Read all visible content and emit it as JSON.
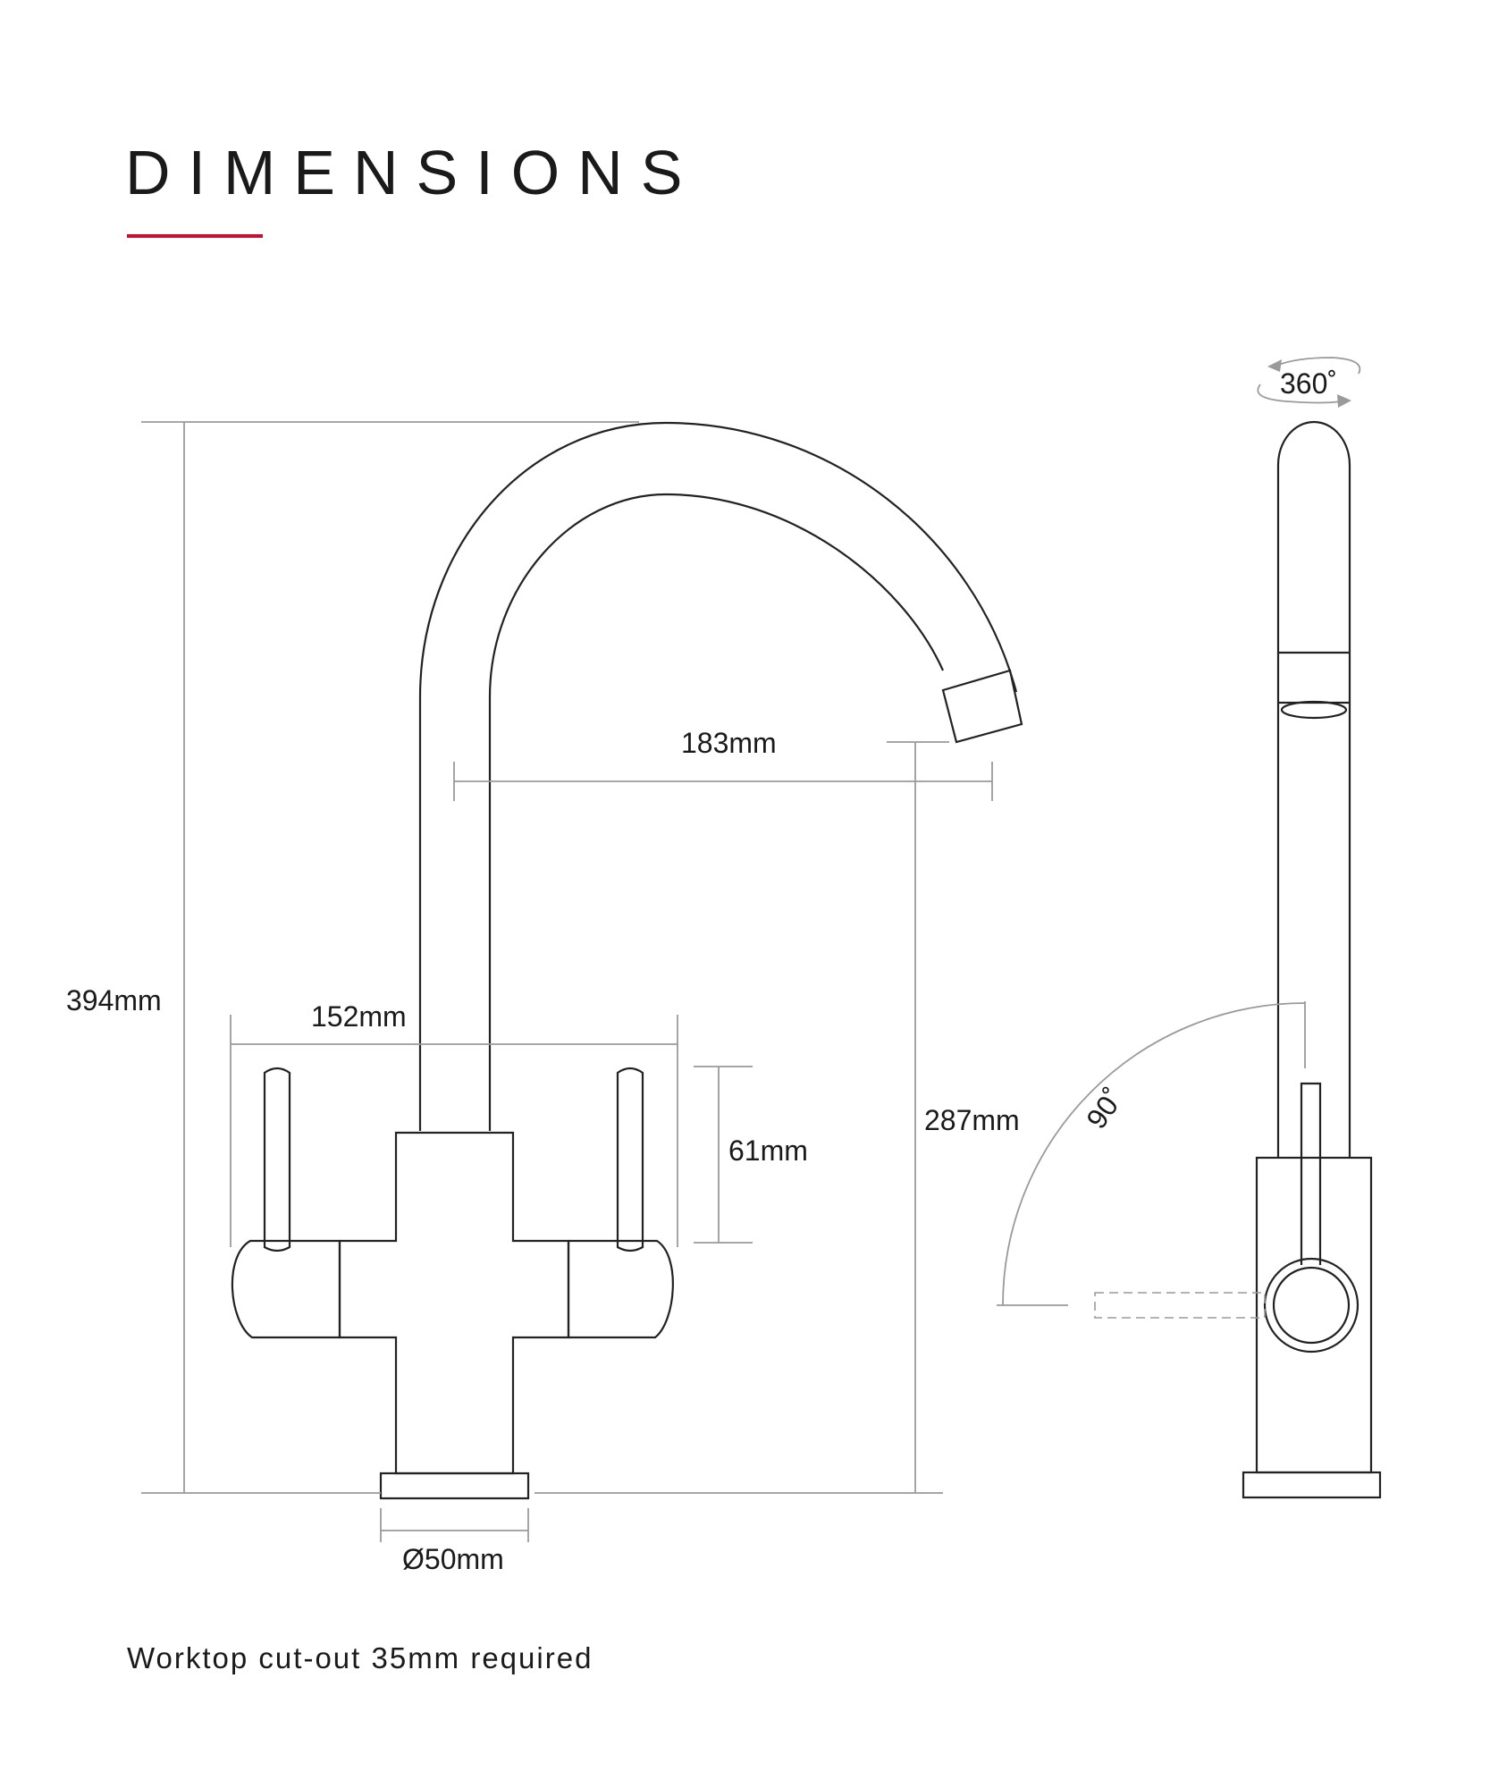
{
  "header": {
    "title": "DIMENSIONS"
  },
  "dimensions": {
    "total_height": "394mm",
    "spout_reach": "183mm",
    "handle_span": "152mm",
    "handle_height": "61mm",
    "spout_height": "287mm",
    "base_diameter": "Ø50mm",
    "swivel": "360˚",
    "lever_angle": "90˚"
  },
  "footer": {
    "note": "Worktop cut-out 35mm required"
  },
  "colors": {
    "accent": "#c8102e",
    "line": "#222222",
    "dimension_line": "#9a9a9a"
  }
}
